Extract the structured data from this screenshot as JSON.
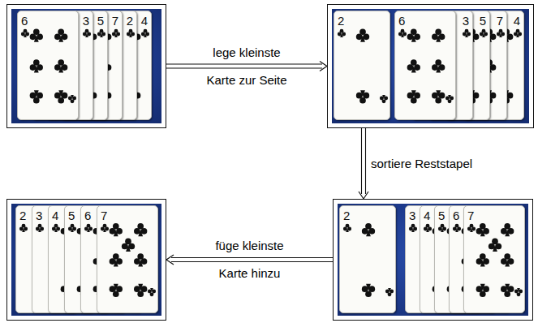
{
  "diagram": {
    "nodes": [
      {
        "text": []
      },
      {
        "text": [
          "6"
        ],
        "in": 0
      },
      {
        "text": [
          "3"
        ],
        "in": 0
      },
      {
        "text": [
          "5"
        ],
        "in": 0
      },
      {
        "text": [
          "7"
        ],
        "in": 0
      },
      {
        "text": [
          "2"
        ],
        "in": 0
      },
      {
        "text": [
          "4"
        ],
        "in": 0
      },
      {
        "text": []
      },
      {
        "text": [
          "2"
        ],
        "in": 7
      },
      {
        "text": [
          "6"
        ],
        "in": 7
      },
      {
        "text": [
          "3"
        ],
        "in": 7
      },
      {
        "text": [
          "5"
        ],
        "in": 7
      },
      {
        "text": [
          "7"
        ],
        "in": 7
      },
      {
        "text": [
          "4"
        ],
        "in": 7
      },
      {
        "text": []
      },
      {
        "text": [
          "2"
        ],
        "in": 14
      },
      {
        "text": [
          "3"
        ],
        "in": 14
      },
      {
        "text": [
          "4"
        ],
        "in": 14
      },
      {
        "text": [
          "5"
        ],
        "in": 14
      },
      {
        "text": [
          "6"
        ],
        "in": 14
      },
      {
        "text": [
          "7"
        ],
        "in": 14
      },
      {
        "text": []
      },
      {
        "text": [
          "2"
        ],
        "in": 21
      },
      {
        "text": [
          "3"
        ],
        "in": 21
      },
      {
        "text": [
          "4"
        ],
        "in": 21
      },
      {
        "text": [
          "5"
        ],
        "in": 21
      },
      {
        "text": [
          "6"
        ],
        "in": 21
      },
      {
        "text": [
          "7"
        ],
        "in": 21
      }
    ],
    "edges": [
      {
        "from": 0,
        "to": 7,
        "arrow": "to",
        "label": "lege kleinste Karte zur Seite"
      },
      {
        "from": 7,
        "to": 21,
        "arrow": "to",
        "label": "sortiere Reststapel"
      },
      {
        "from": 21,
        "to": 14,
        "arrow": "to",
        "label": "füge kleinste Karte hinzu"
      }
    ]
  }
}
